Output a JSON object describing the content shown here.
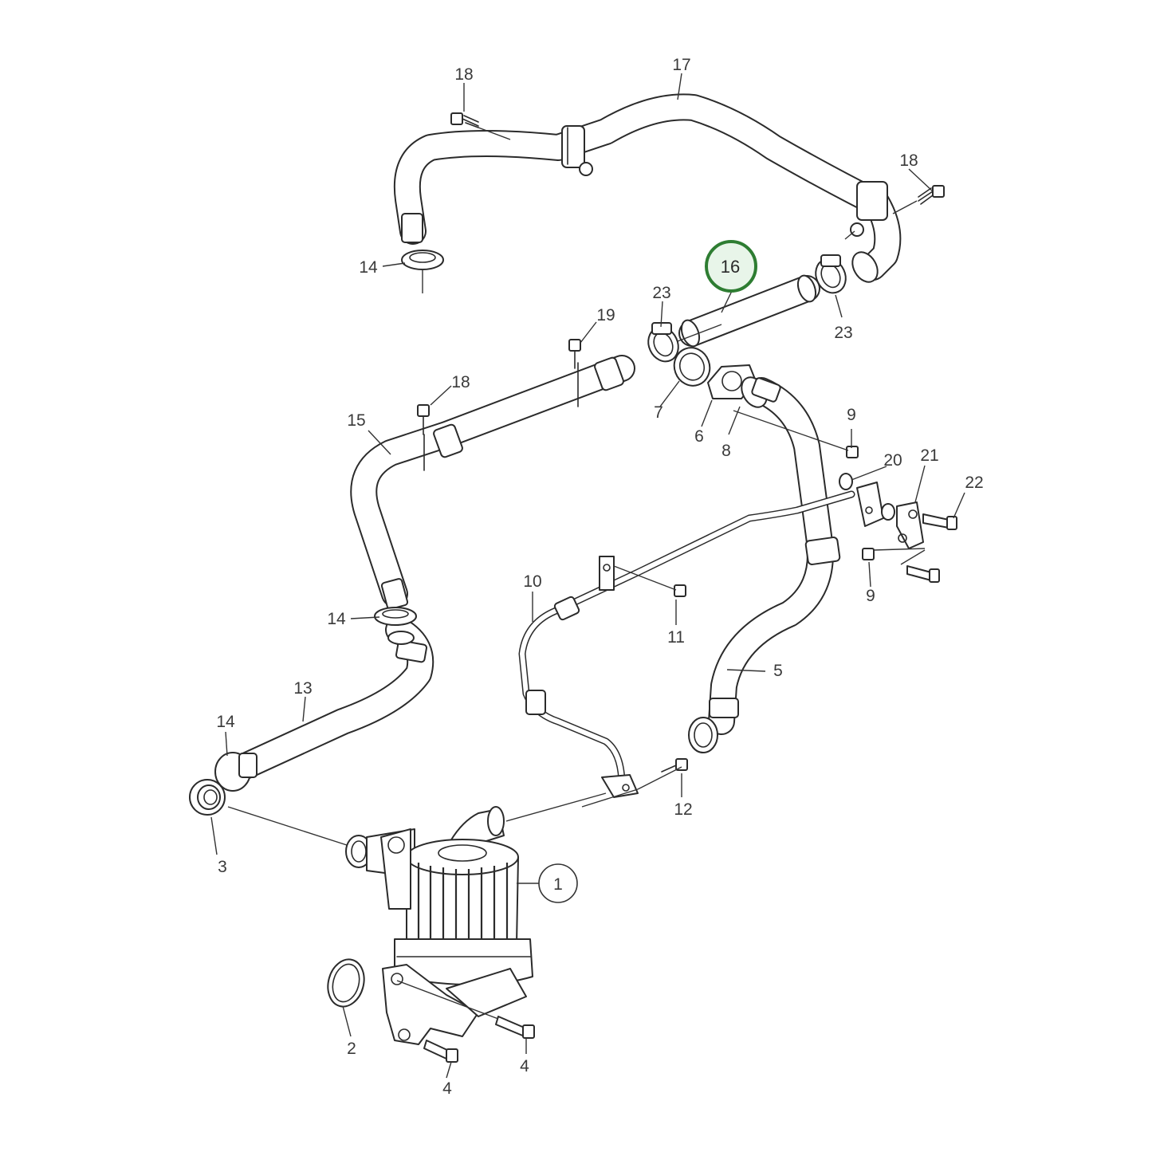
{
  "callouts": [
    {
      "id": "1",
      "text": "1"
    },
    {
      "id": "2",
      "text": "2"
    },
    {
      "id": "3",
      "text": "3"
    },
    {
      "id": "4a",
      "text": "4"
    },
    {
      "id": "4b",
      "text": "4"
    },
    {
      "id": "5",
      "text": "5"
    },
    {
      "id": "6",
      "text": "6"
    },
    {
      "id": "7",
      "text": "7"
    },
    {
      "id": "8",
      "text": "8"
    },
    {
      "id": "9a",
      "text": "9"
    },
    {
      "id": "9b",
      "text": "9"
    },
    {
      "id": "10",
      "text": "10"
    },
    {
      "id": "11",
      "text": "11"
    },
    {
      "id": "12",
      "text": "12"
    },
    {
      "id": "13",
      "text": "13"
    },
    {
      "id": "14a",
      "text": "14"
    },
    {
      "id": "14b",
      "text": "14"
    },
    {
      "id": "14c",
      "text": "14"
    },
    {
      "id": "15",
      "text": "15"
    },
    {
      "id": "16",
      "text": "16"
    },
    {
      "id": "17",
      "text": "17"
    },
    {
      "id": "18a",
      "text": "18"
    },
    {
      "id": "18b",
      "text": "18"
    },
    {
      "id": "18c",
      "text": "18"
    },
    {
      "id": "19",
      "text": "19"
    },
    {
      "id": "20",
      "text": "20"
    },
    {
      "id": "21",
      "text": "21"
    },
    {
      "id": "22",
      "text": "22"
    },
    {
      "id": "23a",
      "text": "23"
    },
    {
      "id": "23b",
      "text": "23"
    }
  ],
  "highlight": {
    "part": "16",
    "color": "#2e7d32",
    "fill": "#e8f5e9"
  },
  "colors": {
    "line": "#2b2b2b",
    "background": "#ffffff"
  }
}
